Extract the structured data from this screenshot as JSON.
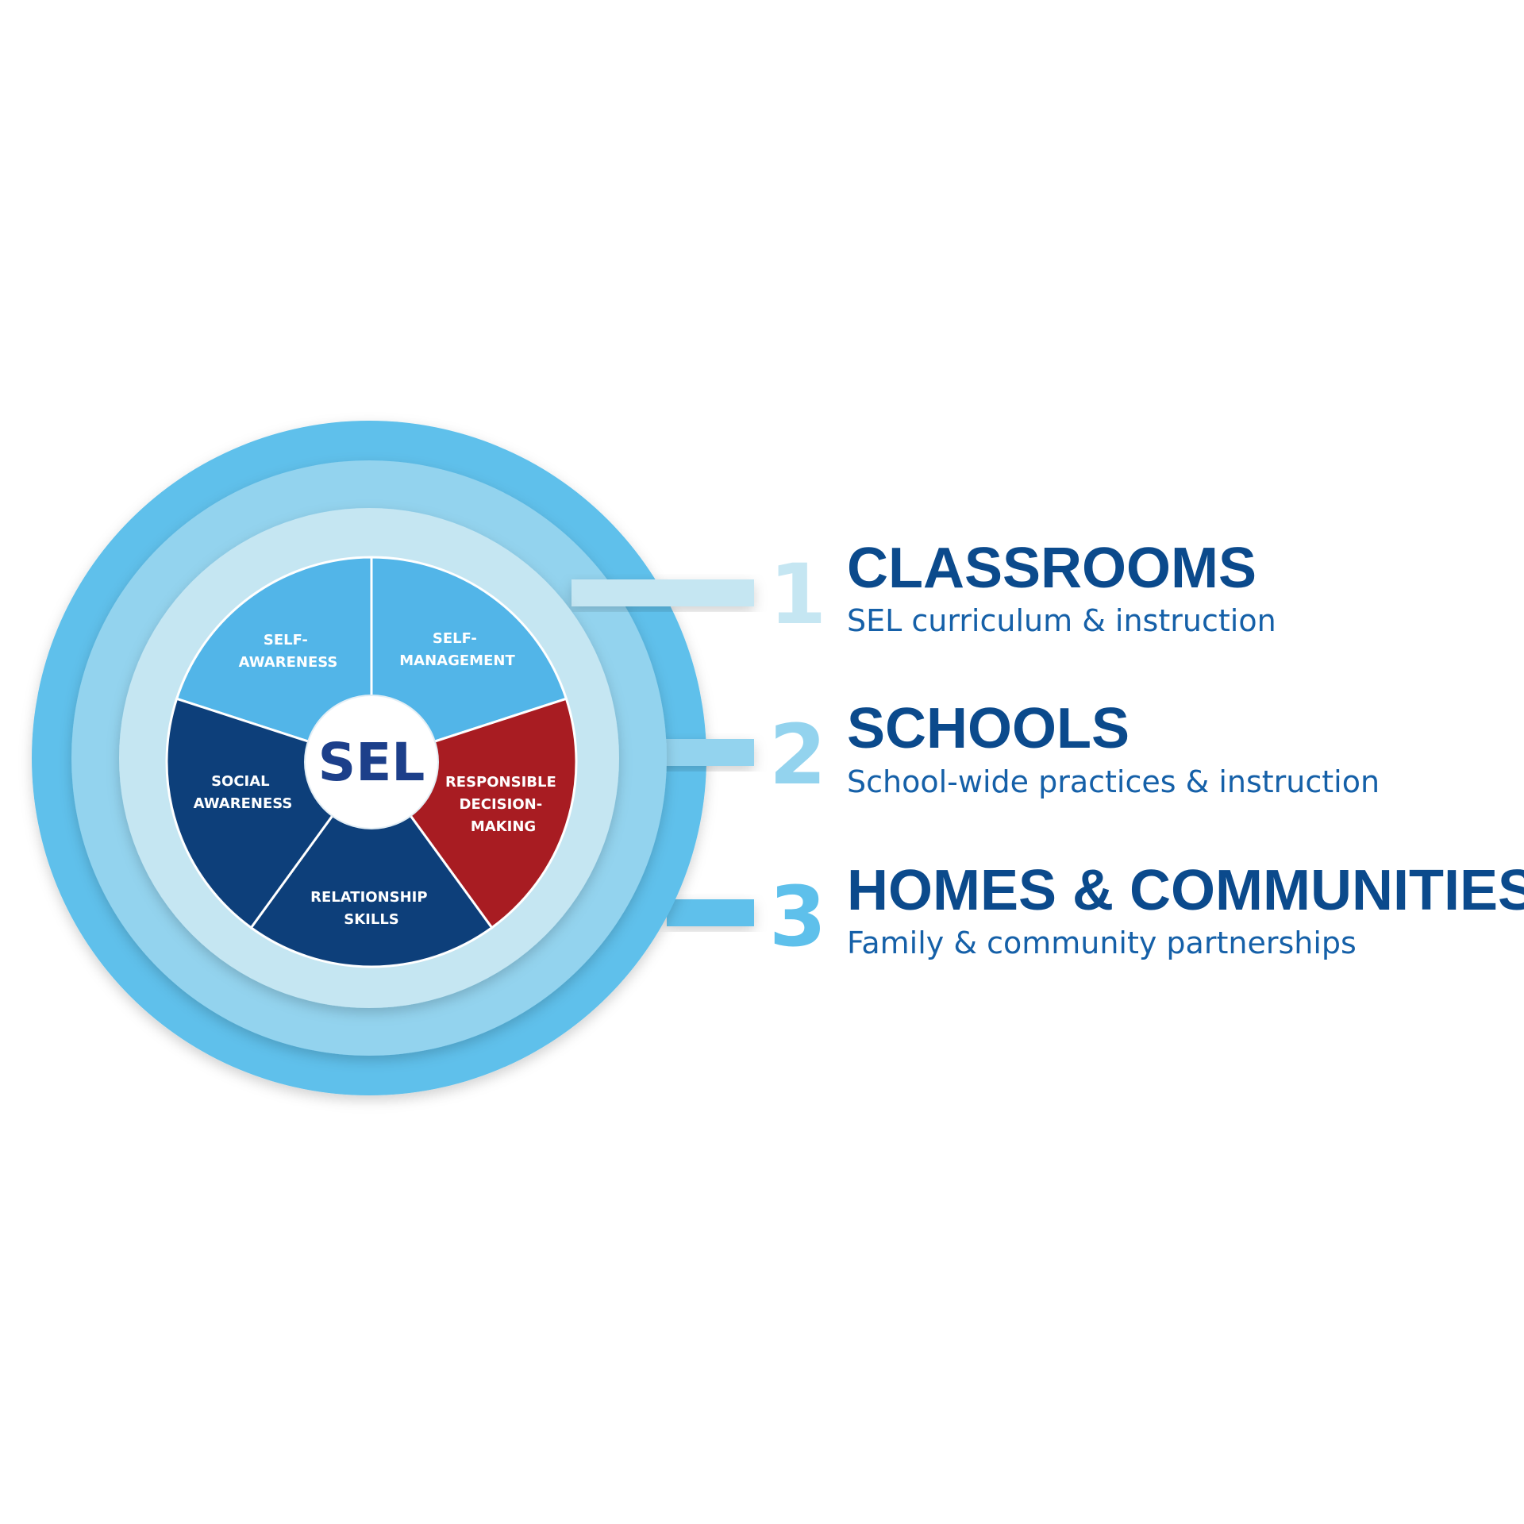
{
  "diagram": {
    "center_label": "SEL",
    "competencies": [
      {
        "lines": [
          "SELF-",
          "AWARENESS"
        ],
        "color": "#52b5e8"
      },
      {
        "lines": [
          "SELF-",
          "MANAGEMENT"
        ],
        "color": "#52b5e8"
      },
      {
        "lines": [
          "RESPONSIBLE",
          "DECISION-",
          "MAKING"
        ],
        "color": "#a81c22"
      },
      {
        "lines": [
          "RELATIONSHIP",
          "SKILLS"
        ],
        "color": "#0d3f7a"
      },
      {
        "lines": [
          "SOCIAL",
          "AWARENESS"
        ],
        "color": "#0d3f7a"
      }
    ],
    "levels": [
      {
        "number": "1",
        "title": "CLASSROOMS",
        "subtitle": "SEL curriculum & instruction",
        "color": "#c5e6f2"
      },
      {
        "number": "2",
        "title": "SCHOOLS",
        "subtitle": "School-wide practices & instruction",
        "color": "#93d3ee"
      },
      {
        "number": "3",
        "title": "HOMES & COMMUNITIES",
        "subtitle": "Family & community partnerships",
        "color": "#5ec0eb"
      }
    ],
    "colors": {
      "title": "#0b4a8c",
      "subtitle": "#1560a8",
      "center_text": "#1c3f8a"
    }
  }
}
